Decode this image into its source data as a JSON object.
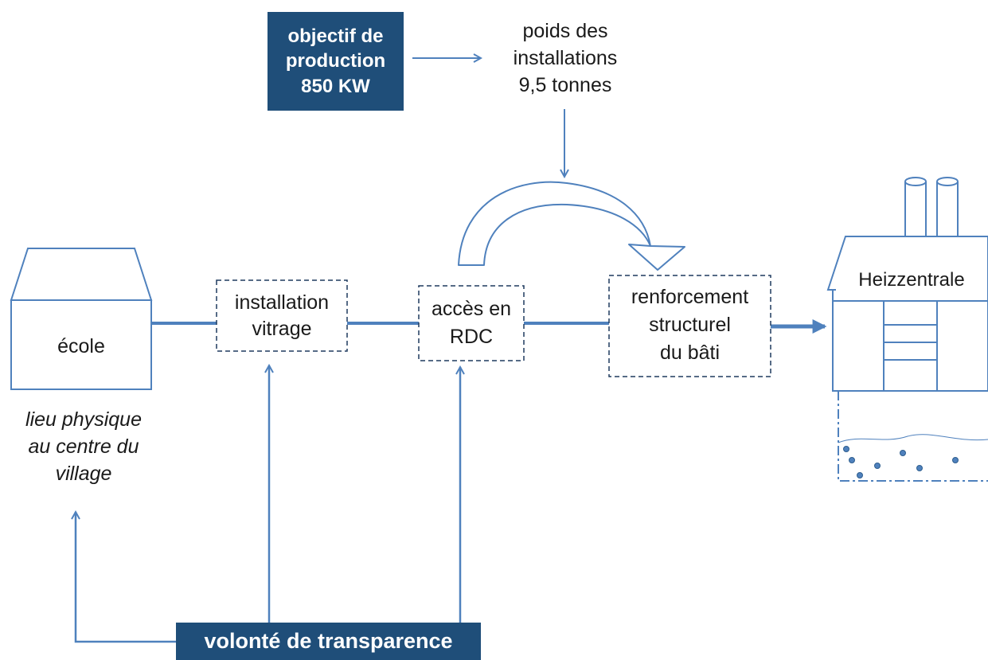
{
  "objectif": {
    "line1": "objectif de",
    "line2": "production",
    "line3": "850 KW"
  },
  "poids": {
    "line1": "poids des",
    "line2": "installations",
    "line3": "9,5 tonnes"
  },
  "ecole": {
    "label": "école"
  },
  "lieu": {
    "line1": "lieu physique",
    "line2": "au centre du",
    "line3": "village"
  },
  "installation": {
    "line1": "installation",
    "line2": "vitrage"
  },
  "acces": {
    "line1": "accès en",
    "line2": "RDC"
  },
  "renforcement": {
    "line1": "renforcement",
    "line2": "structurel",
    "line3": "du bâti"
  },
  "heizzentrale": {
    "label": "Heizzentrale"
  },
  "volonte": {
    "label": "volonté de transparence"
  },
  "colors": {
    "line": "#4f81bd",
    "dark_box": "#1f4e79",
    "dash": "#1f3a5f",
    "dot": "#4f81bd"
  }
}
